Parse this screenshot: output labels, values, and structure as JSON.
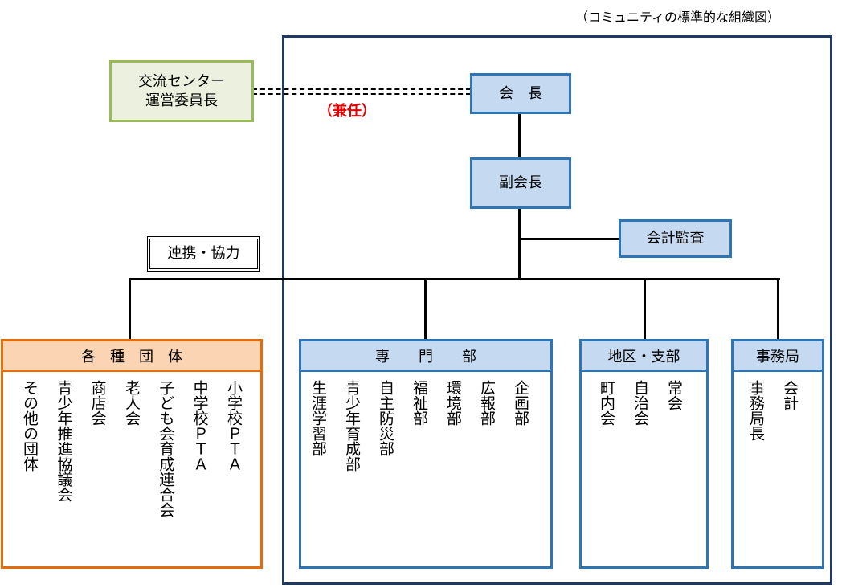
{
  "caption": "（コミュニティの標準的な組織図）",
  "top_left_box": {
    "line1": "交流センター",
    "line2": "運営委員長"
  },
  "concurrent_note": "（兼任）",
  "chairman": "会　長",
  "vice_chairman": "副会長",
  "auditor": "会計監査",
  "cooperation_label": "連携・協力",
  "groups": {
    "various": {
      "title": "各　種　団　体",
      "items": [
        "小学校ＰＴＡ",
        "中学校ＰＴＡ",
        "子ども会育成連合会",
        "老人会",
        "商店会",
        "青少年推進協議会",
        "その他の団体"
      ]
    },
    "specialty": {
      "title": "専　　門　　部",
      "items": [
        "企画部",
        "広報部",
        "環境部",
        "福祉部",
        "自主防災部",
        "青少年育成部",
        "生涯学習部"
      ]
    },
    "district": {
      "title": "地区・支部",
      "items": [
        "常会",
        "自治会",
        "町内会"
      ]
    },
    "secretariat": {
      "title": "事務局",
      "items": [
        "会計",
        "事務局長"
      ]
    }
  },
  "colors": {
    "frame": "#1f3864",
    "blue_fill": "#c5d9f1",
    "blue_border": "#2e75b6",
    "green_fill": "#ebf1de",
    "green_border": "#9bbb59",
    "orange_fill": "#fbd4b4",
    "orange_border": "#e46c0a",
    "note_red": "#e00000"
  }
}
